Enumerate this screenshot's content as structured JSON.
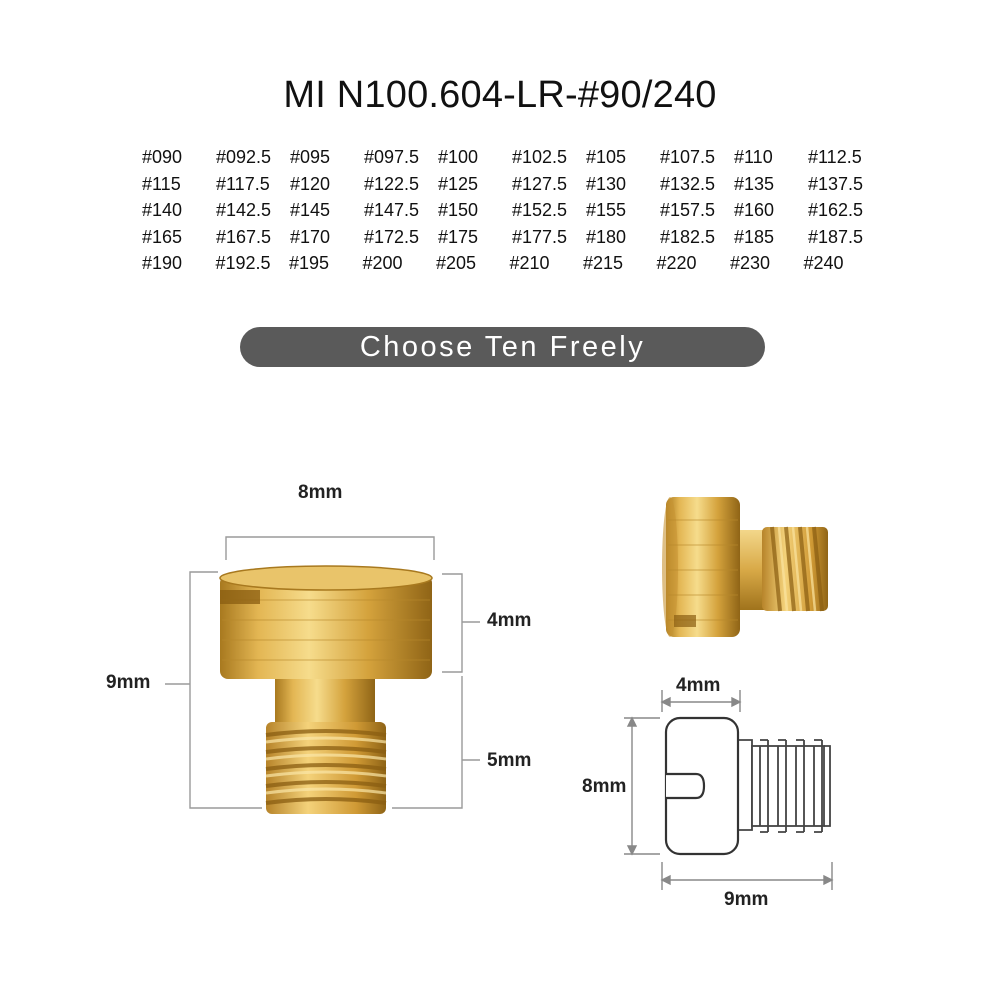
{
  "title": "MI N100.604-LR-#90/240",
  "sizes": [
    [
      "#090",
      "#092.5",
      "#095",
      "#097.5",
      "#100",
      "#102.5",
      "#105",
      "#107.5",
      "#110",
      "#112.5"
    ],
    [
      "#115",
      "#117.5",
      "#120",
      "#122.5",
      "#125",
      "#127.5",
      "#130",
      "#132.5",
      "#135",
      "#137.5"
    ],
    [
      "#140",
      "#142.5",
      "#145",
      "#147.5",
      "#150",
      "#152.5",
      "#155",
      "#157.5",
      "#160",
      "#162.5"
    ],
    [
      "#165",
      "#167.5",
      "#170",
      "#172.5",
      "#175",
      "#177.5",
      "#180",
      "#182.5",
      "#185",
      "#187.5"
    ],
    [
      "#190",
      "#192.5",
      "#195",
      "#200",
      "#205",
      "#210",
      "#215",
      "#220",
      "#230",
      "#240"
    ]
  ],
  "banner": "Choose Ten Freely",
  "dimensions": {
    "photo_width": "8mm",
    "photo_head": "4mm",
    "photo_total": "9mm",
    "photo_thread": "5mm",
    "drawing_head": "4mm",
    "drawing_height": "8mm",
    "drawing_length": "9mm"
  },
  "colors": {
    "brass_light": "#f3d27a",
    "brass_mid": "#d9a93c",
    "brass_dark": "#9a6d1a",
    "banner_bg": "#5a5a5a"
  }
}
